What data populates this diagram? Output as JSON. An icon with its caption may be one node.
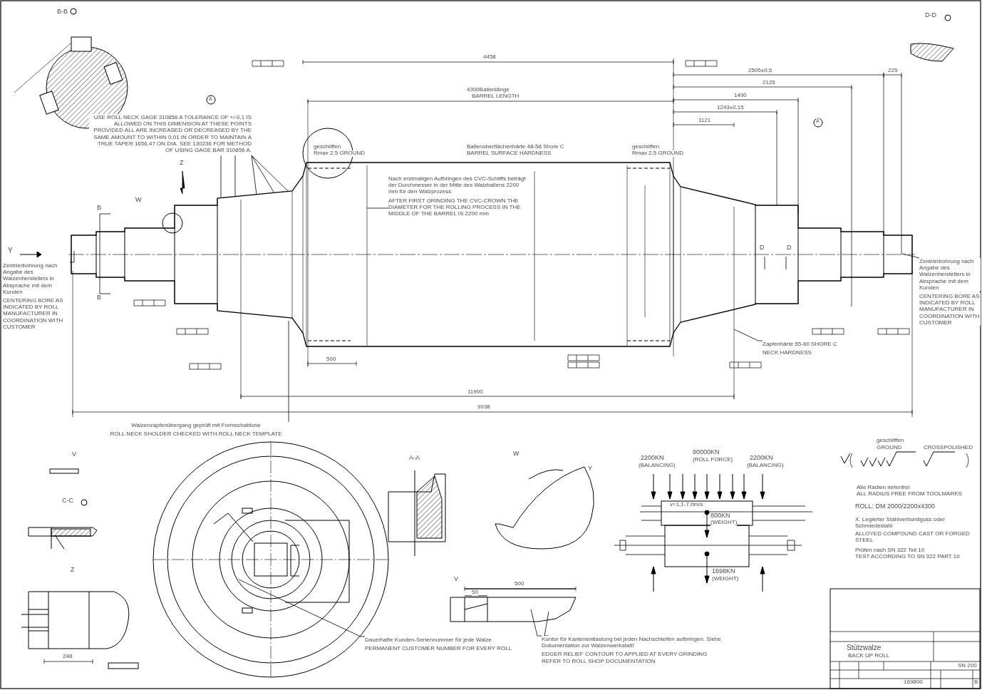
{
  "diagram": {
    "nodes": [
      {
        "text": [
          "USE ROLL NECK GAGE 310856 A TOLERANCE OF +/-0,1 IS ALLOWED ON THIS DIMENSION AT THESE POINTS PROVIDED ALL ARE INCREASED OR DECREASED BY THE SAME AMOUNT TO WITHIN 0,01 IN ORDER TO MAINTAIN A TRUE TAPER 1656,47 ON DIA. SEE 130236 FOR METHOD OF USING GAGE BAR 310856 A."
        ]
      },
      {
        "text": [
          "Zentrierbohrung nach Angabe des Walzenherstellers in Absprache mit dem Kunden",
          "CENTERING BORE AS INDICATED BY ROLL MANUFACTURER IN COORDINATION WITH CUSTOMER"
        ]
      },
      {
        "text": [
          "Zentrierbohrung nach Angabe des Walzenherstellers in Absprache mit dem Kunden",
          "CENTERING BORE AS INDICATED BY ROLL MANUFACTURER IN COORDINATION WITH CUSTOMER"
        ]
      },
      {
        "text": [
          "Nach erstmaligen Aufbringen des CVC-Schliffs beträgt der Durchmesser in der Mitte des Walzballens 2200 mm für den Walzprozess",
          "AFTER FIRST GRINDING THE CVC-CROWN THE DIAMETER FOR THE ROLLING PROCESS IN THE MIDDLE OF THE BARREL IS 2200 mm"
        ]
      },
      {
        "text": [
          "Walzenzapfenübergang geprüft mit Formschablone",
          "ROLL NECK SHOLDER CHECKED WITH ROLL NECK TEMPLATE"
        ]
      },
      {
        "text": [
          "Dauerhafte Kunden-Seriennummer für jede Walze",
          "PERMANENT CUSTOMER NUMBER FOR EVERY ROLL"
        ]
      },
      {
        "text": [
          "Kontur für Kantenentlastung bei jeden Nachschleifen aufbringen. Siehe Dokumentation zur Walzenwerkstatt!",
          "EDGER RELIEF CONTOUR TO APPLIED AT EVERY GRINDING REFER TO ROLL SHOP DOCUMENTATION"
        ]
      },
      {
        "text": [
          "Zapfenhärte 55-60 SHORE C",
          "NECK HARDNESS"
        ]
      }
    ],
    "edges": [
      {
        "from": 0,
        "to": null,
        "arrow": "none"
      },
      {
        "from": 0,
        "to": null,
        "arrow": "none"
      },
      {
        "from": 0,
        "to": null,
        "arrow": "none"
      },
      {
        "from": 0,
        "to": null,
        "arrow": "none"
      },
      {
        "from": 0,
        "to": null,
        "arrow": "none"
      },
      {
        "from": 1,
        "to": null,
        "arrow": "none"
      },
      {
        "from": 2,
        "to": null,
        "arrow": "none"
      },
      {
        "from": 3,
        "to": null,
        "arrow": "none"
      },
      {
        "from": 4,
        "to": null,
        "arrow": "none"
      },
      {
        "from": 5,
        "to": null,
        "arrow": "none"
      },
      {
        "from": 6,
        "to": null,
        "arrow": "none"
      },
      {
        "from": 6,
        "to": null,
        "arrow": "none"
      },
      {
        "from": 7,
        "to": null,
        "arrow": "none"
      }
    ],
    "labels": [
      "B-B",
      "D-D",
      "4458",
      "4300Ballenlänge",
      "BARREL LENGTH",
      "geschliffen",
      "Rmax 2,5 GROUND",
      "Ballenoberflächenhärte 48-58 Shore C",
      "BARREL SURFACE HARDNESS",
      "geschliffen",
      "Rmax 2,5 GROUND",
      "2505±0,5",
      "225",
      "2125",
      "1490",
      "1243±0,15",
      "1121",
      "Z",
      "W",
      "B",
      "B",
      "Y",
      "D",
      "D",
      "500",
      "11900",
      "9938",
      "V",
      "C-C",
      "Z",
      "248",
      "A-A",
      "W",
      "Y",
      "V",
      "500",
      "50",
      "2200KN",
      "(BALANCING)",
      "90000KN",
      "(ROLL FORCE)",
      "2200KN",
      "(BALANCING)",
      "v=1,1-7,0m/s",
      "800KN",
      "(WEIGHT)",
      "1698KN",
      "(WEIGHT)",
      "Alle Radien riefenfrei",
      "ALL RADIUS FREE FROM TOOLMARKS",
      "ROLL: DM 2000/2200x4300",
      "X. Legierter Stahlverbundguss oder Schmiedestahl",
      "ALLOYED COMPOUND CAST OR FORGED STEEL",
      "Prüfen nach SN 322 Teil 10",
      "TEST ACCORDING TO SN 322 PART 10",
      "geschliffen",
      "GROUND",
      "CROSSPOLISHED",
      "Stützwalze",
      "BACK UP ROLL",
      "SN 200",
      "169800",
      "B",
      "A",
      "A"
    ]
  }
}
